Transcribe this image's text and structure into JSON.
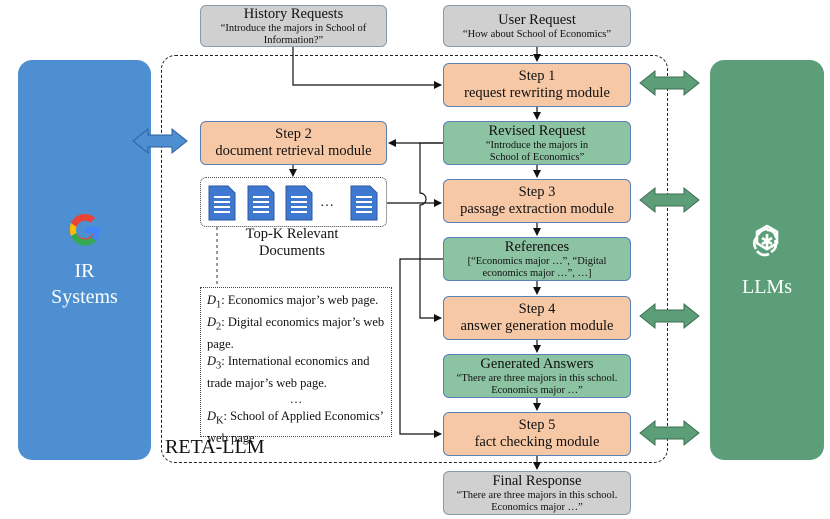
{
  "history": {
    "title": "History Requests",
    "quote": "“Introduce the majors in School of Information?”"
  },
  "user": {
    "title": "User Request",
    "quote": "“How about School of Economics”"
  },
  "step1": {
    "title": "Step 1",
    "sub": "request rewriting module"
  },
  "revised": {
    "title": "Revised Request",
    "quote": "“Introduce the majors in School of Economics”"
  },
  "step2": {
    "title": "Step 2",
    "sub": "document retrieval module"
  },
  "step3": {
    "title": "Step 3",
    "sub": "passage extraction module"
  },
  "references": {
    "title": "References",
    "quote": "[“Economics major …”, “Digital economics major …”, …]"
  },
  "step4": {
    "title": "Step 4",
    "sub": "answer generation module"
  },
  "generated": {
    "title": "Generated Answers",
    "quote": "“There are three majors in this school. Economics major …”"
  },
  "step5": {
    "title": "Step 5",
    "sub": "fact checking module"
  },
  "final": {
    "title": "Final Response",
    "quote": "“There are three majors in this school. Economics major …”"
  },
  "ir": {
    "line1": "IR",
    "line2": "Systems"
  },
  "llm": {
    "label": "LLMs"
  },
  "frame_label": "RETA-LLM",
  "topk": {
    "line1": "Top-K Relevant",
    "line2": "Documents"
  },
  "doc_ellipsis": "…",
  "doclist": {
    "d1_sym": "D",
    "d1_sub": "1",
    "d1_text": ": Economics major’s web page.",
    "d2_sym": "D",
    "d2_sub": "2",
    "d2_text": ": Digital economics major’s web page.",
    "d3_sym": "D",
    "d3_sub": "3",
    "d3_text": ": International economics and trade major’s web page.",
    "dots": "…",
    "dk_sym": "D",
    "dk_sub": "K",
    "dk_text": ": School of Applied Economics’ web page"
  },
  "colors": {
    "orange": "#f7c8a6",
    "green": "#8cc3a2",
    "grey": "#d0d0d0",
    "ir_blue": "#4e8fd1",
    "llm_green": "#5c9e78",
    "doc_blue": "#3f78d0"
  },
  "icons": {
    "ir": "google-g-icon",
    "llm": "openai-logo-icon",
    "doc": "document-icon"
  }
}
